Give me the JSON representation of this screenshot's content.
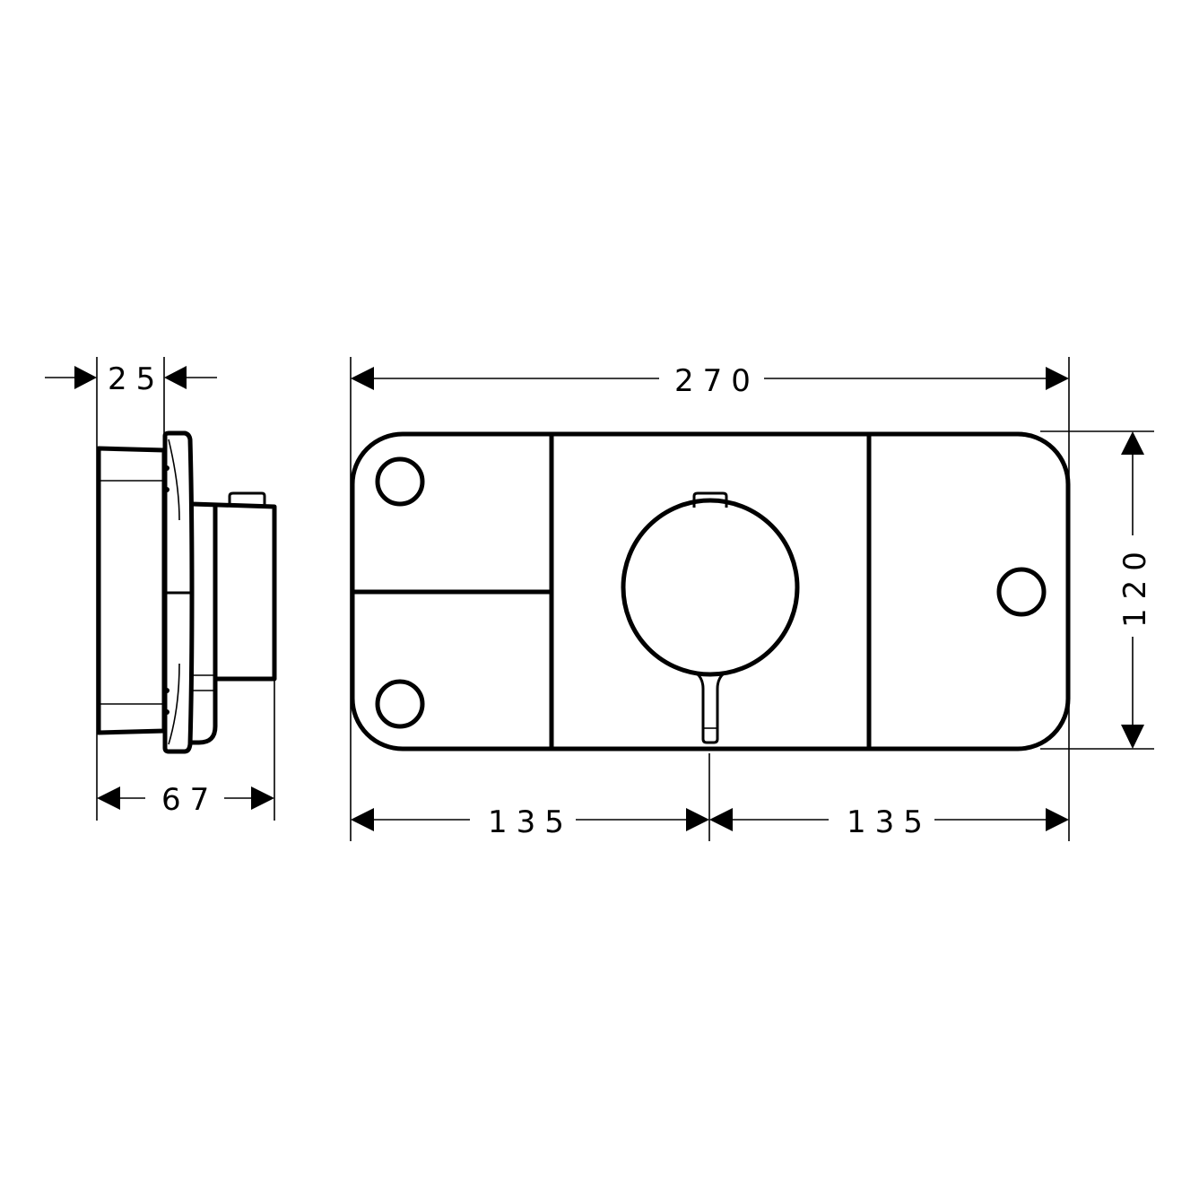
{
  "drawing": {
    "type": "technical-dimension-drawing",
    "units": "mm",
    "stroke_color": "#000000",
    "background_color": "#ffffff"
  },
  "side_view": {
    "dimensions": {
      "plate_depth": "25",
      "total_depth": "67"
    }
  },
  "front_view": {
    "dimensions": {
      "overall_width": "270",
      "overall_height": "120",
      "left_half_width": "135",
      "right_half_width": "135"
    },
    "buttons": [
      {
        "position": "top-left"
      },
      {
        "position": "bottom-left"
      },
      {
        "position": "right"
      }
    ],
    "center_element": "thermostat-knob"
  }
}
